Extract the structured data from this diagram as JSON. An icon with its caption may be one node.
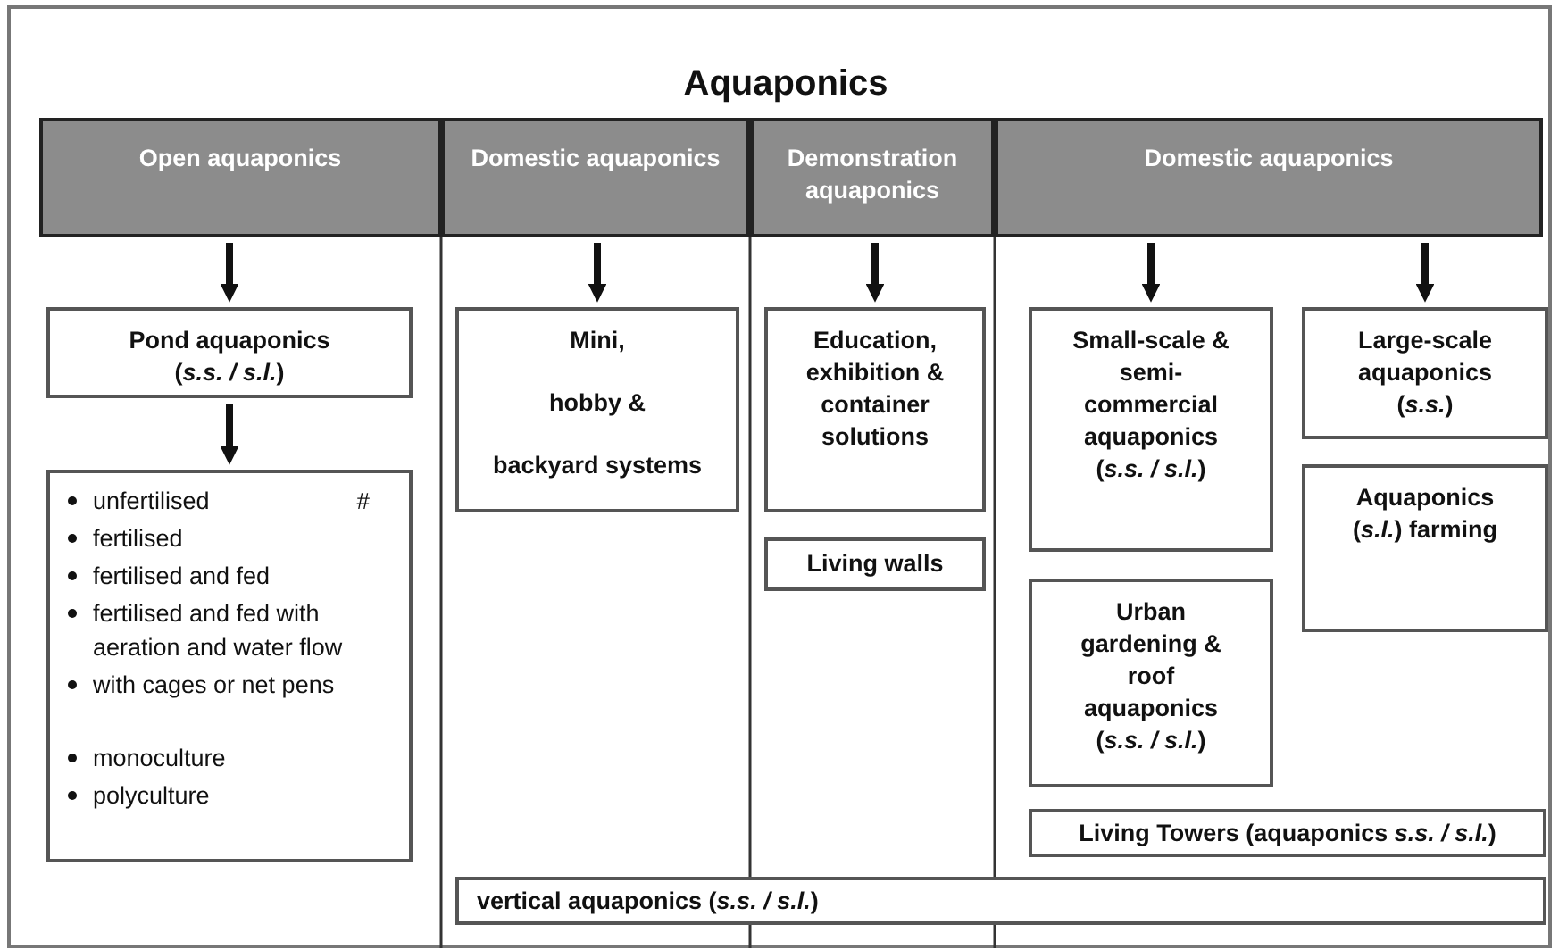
{
  "diagram": {
    "title": "Aquaponics",
    "nodes": [
      {
        "text": [
          "Open aquaponics"
        ]
      },
      {
        "text": [
          "Domestic aquaponics"
        ]
      },
      {
        "text": [
          "Demonstration aquaponics"
        ]
      },
      {
        "text": [
          "Domestic aquaponics"
        ]
      },
      {
        "text": [
          "Pond aquaponics (*s.s. / s.l.*)"
        ]
      },
      {
        "text": [
          "unfertilised",
          "fertilised",
          "fertilised and fed",
          "fertilised and fed with aeration and water flow",
          "with cages or net pens",
          "monoculture",
          "polyculture",
          "#"
        ]
      },
      {
        "text": [
          "Mini,",
          "hobby &",
          "backyard systems"
        ]
      },
      {
        "text": [
          "Education, exhibition & container solutions"
        ]
      },
      {
        "text": [
          "Living walls"
        ]
      },
      {
        "text": [
          "Small-scale & semi-commercial aquaponics (*s.s. / s.l.*)"
        ]
      },
      {
        "text": [
          "Large-scale aquaponics (*s.s.*)"
        ]
      },
      {
        "text": [
          "Aquaponics (*s.l.*) farming"
        ]
      },
      {
        "text": [
          "Urban gardening & roof aquaponics (*s.s. / s.l.*)"
        ]
      },
      {
        "text": [
          "Living Towers (aquaponics *s.s. / s.l.*)"
        ]
      },
      {
        "text": [
          "vertical aquaponics (*s.s. / s.l.*)"
        ]
      }
    ],
    "edges": [
      {
        "from": 0,
        "to": 4,
        "arrow": "to"
      },
      {
        "from": 4,
        "to": 5,
        "arrow": "to"
      },
      {
        "from": 1,
        "to": 6,
        "arrow": "to"
      },
      {
        "from": 2,
        "to": 7,
        "arrow": "to"
      },
      {
        "from": 3,
        "to": 9,
        "arrow": "to"
      },
      {
        "from": 3,
        "to": 10,
        "arrow": "to"
      }
    ]
  }
}
